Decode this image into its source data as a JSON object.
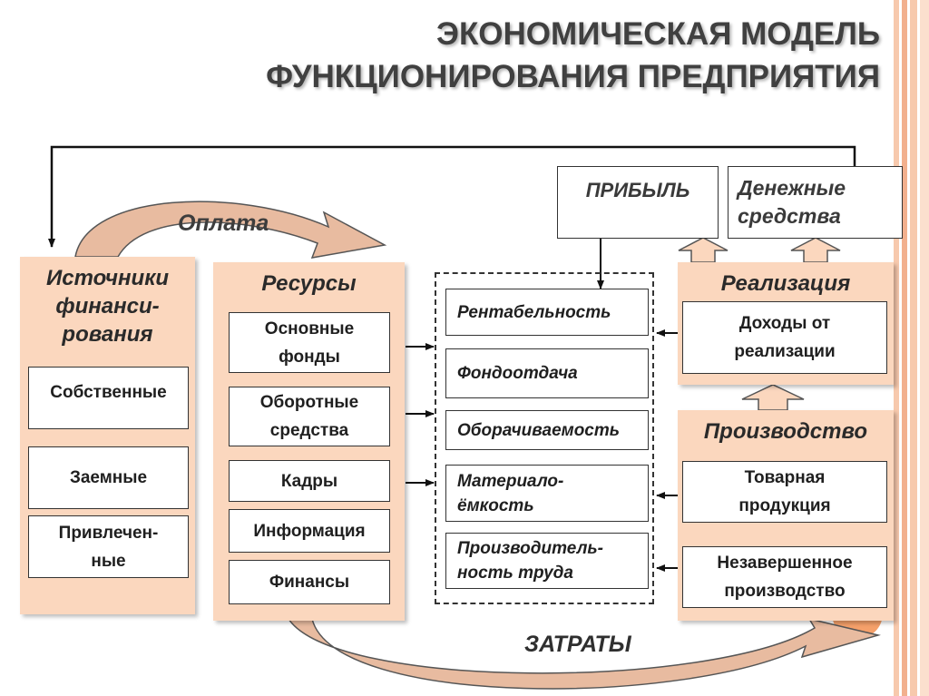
{
  "title": {
    "line1": "ЭКОНОМИЧЕСКАЯ МОДЕЛЬ",
    "line2": "ФУНКЦИОНИРОВАНИЯ ПРЕДПРИЯТИЯ"
  },
  "sources": {
    "title": "Источники\nфинанси-\nрования",
    "items": [
      "Собственные",
      "Заемные",
      "Привлечен-\nные"
    ]
  },
  "resources": {
    "title": "Ресурсы",
    "items": [
      "Основные\nфонды",
      "Оборотные\nсредства",
      "Кадры",
      "Информация",
      "Финансы"
    ]
  },
  "indicators": [
    "Рентабельность",
    "Фондоотдача",
    "Оборачиваемость",
    "Материало-\nёмкость",
    "Производитель-\nность труда"
  ],
  "profit": "ПРИБЫЛЬ",
  "cash": "Денежные\nсредства",
  "sales": {
    "title": "Реализация",
    "items": [
      "Доходы от\nреализации"
    ]
  },
  "production": {
    "title": "Производство",
    "items": [
      "Товарная\nпродукция",
      "Незавершенное\nпроизводство"
    ]
  },
  "payment_label": "Оплата",
  "costs_label": "ЗАТРАТЫ",
  "colors": {
    "panel": "#fbd7be",
    "arrow_fill": "#e8bba0",
    "accent_orange": "#f5a06a",
    "title_text": "#404040"
  }
}
